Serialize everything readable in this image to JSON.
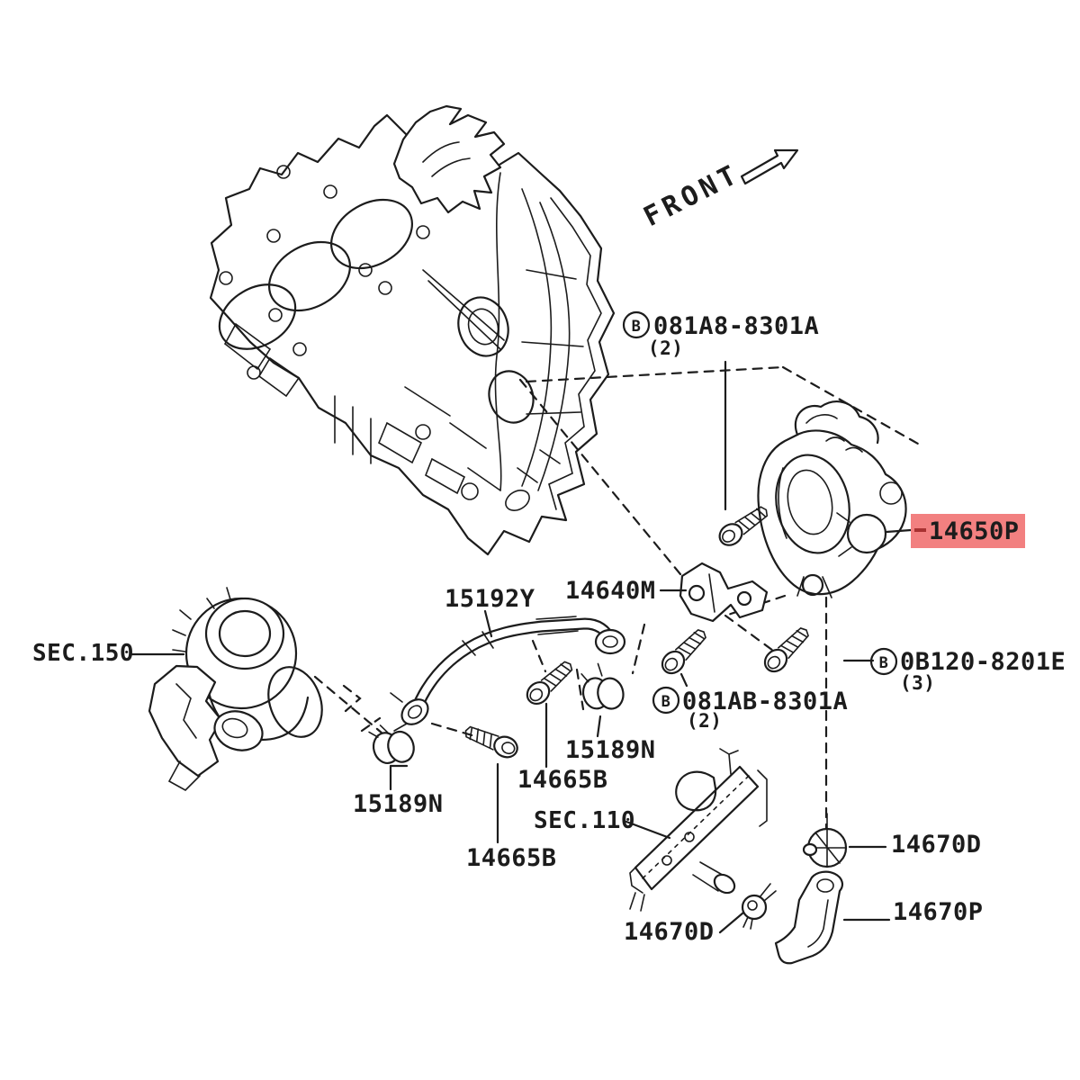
{
  "colors": {
    "line": "#1c1c1c",
    "highlight_bg": "#f28080",
    "highlight_text": "#a83232"
  },
  "direction": {
    "front": "FRONT"
  },
  "parts": {
    "p14650": "14650P",
    "p14640": "14640M",
    "p15192": "15192Y",
    "p15189_left": "15189N",
    "p15189_right": "15189N",
    "p14665_upper": "14665B",
    "p14665_lower": "14665B",
    "p14670d_left": "14670D",
    "p14670d_right": "14670D",
    "p14670p": "14670P"
  },
  "sections": {
    "sec150": "SEC.150",
    "sec110": "SEC.110"
  },
  "callouts": {
    "top": {
      "prefix": "B",
      "number": "081A8-8301A",
      "qty": "(2)"
    },
    "right": {
      "prefix": "B",
      "number": "0B120-8201E",
      "qty": "(3)"
    },
    "mid": {
      "prefix": "B",
      "number": "081AB-8301A",
      "qty": "(2)"
    }
  }
}
